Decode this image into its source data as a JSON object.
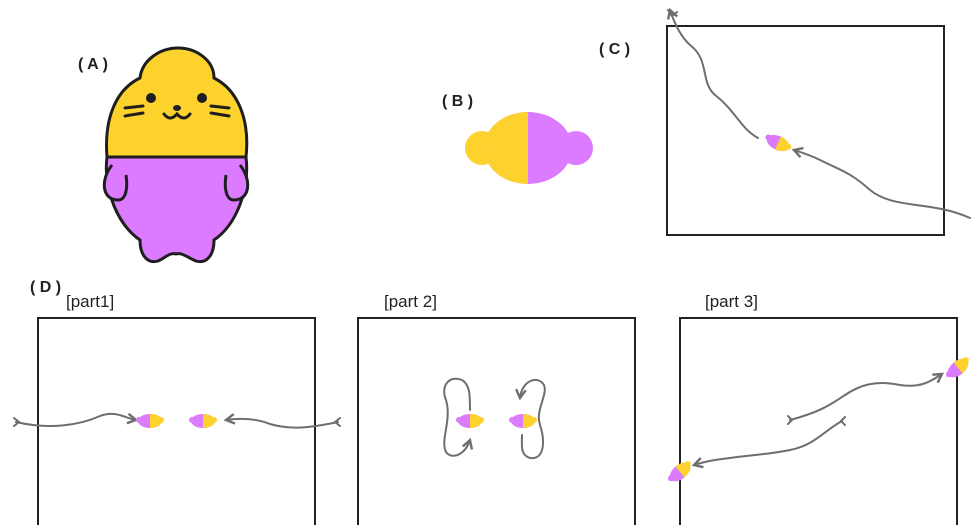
{
  "labels": {
    "a": "( A )",
    "b": "( B )",
    "c": "( C )",
    "d": "( D )",
    "part1": "[part1]",
    "part2": "[part 2]",
    "part3": "[part 3]"
  },
  "colors": {
    "yellow": "#fdd22c",
    "purple": "#dc7bff",
    "outline": "#1e1e1e",
    "track": "#6e6e6e",
    "frame": "#222222"
  }
}
